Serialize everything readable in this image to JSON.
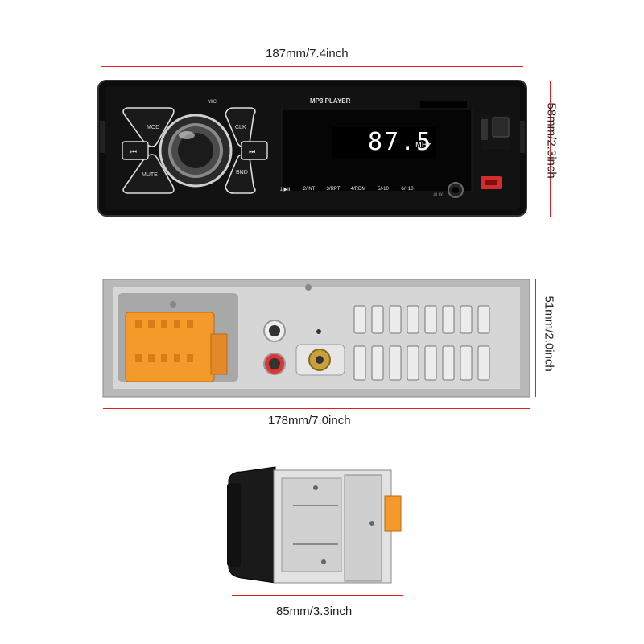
{
  "dimensions": {
    "front_width": "187mm/7.4inch",
    "front_height": "58mm/2.3inch",
    "back_width": "178mm/7.0inch",
    "back_height": "51mm/2.0inch",
    "depth": "85mm/3.3inch"
  },
  "front_panel": {
    "brand_label": "MP3 PLAYER",
    "display_freq": "87.5",
    "display_unit": "MHz",
    "mic_label": "MIC",
    "mod_label": "MOD",
    "clk_label": "CLK",
    "mute_label": "MUTE",
    "bnd_label": "BND",
    "aux_label": "AUX",
    "preset_buttons": [
      "1/▶II",
      "2/INT",
      "3/RPT",
      "4/RDM",
      "5/-10",
      "6/+10"
    ]
  },
  "colors": {
    "dimension_line": "#dd2222",
    "connector": "#f39a2a",
    "display_text": "#ffffff"
  }
}
